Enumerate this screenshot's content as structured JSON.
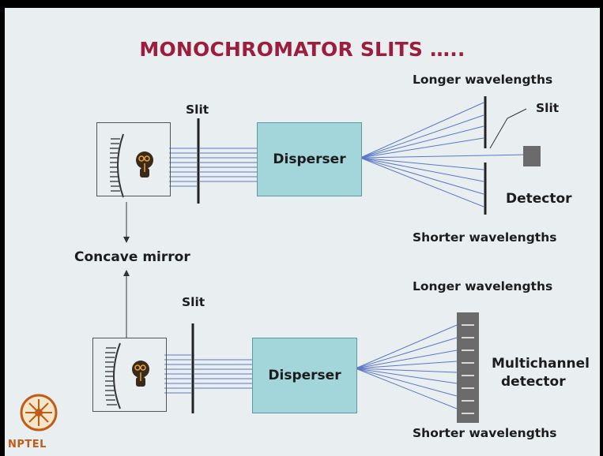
{
  "title": "MONOCHROMATOR SLITS …..",
  "top_diagram": {
    "slit_label": "Slit",
    "disperser_label": "Disperser",
    "longer_label": "Longer wavelengths",
    "shorter_label": "Shorter wavelengths",
    "exit_slit_label": "Slit",
    "detector_label": "Detector"
  },
  "middle_label": "Concave mirror",
  "bottom_diagram": {
    "slit_label": "Slit",
    "disperser_label": "Disperser",
    "longer_label": "Longer wavelengths",
    "shorter_label": "Shorter wavelengths",
    "detector_label_line1": "Multichannel",
    "detector_label_line2": "detector"
  },
  "logo": {
    "text": "NPTEL"
  },
  "colors": {
    "title": "#9c1d3c",
    "disperser_fill": "#a3d6da",
    "ray": "#5b78c8",
    "detector": "#6b6b6b"
  }
}
